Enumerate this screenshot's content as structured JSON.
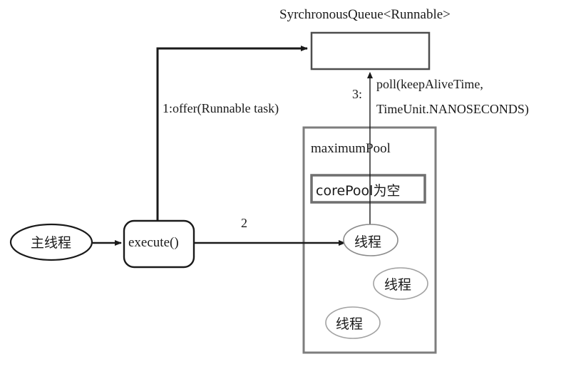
{
  "diagram": {
    "type": "thread-pool-flow-diagram",
    "queue": {
      "title": "SyrchronousQueue<Runnable>",
      "content": ""
    },
    "pool": {
      "title": "maximumPool",
      "core_pool_label": "corePool为空",
      "threads": [
        {
          "label": "线程"
        },
        {
          "label": "线程"
        },
        {
          "label": "线程"
        }
      ]
    },
    "nodes": {
      "main_thread": "主线程",
      "execute": "execute()"
    },
    "edges": {
      "offer": "1:offer(Runnable task)",
      "step2": "2",
      "poll_step": "3:",
      "poll_line1": "poll(keepAliveTime,",
      "poll_line2": "TimeUnit.NANOSECONDS)"
    },
    "colors": {
      "stroke_dark": "#1a1a1a",
      "stroke_gray": "#7d7d7d",
      "stroke_light": "#9a9a9a",
      "background": "#ffffff"
    }
  }
}
